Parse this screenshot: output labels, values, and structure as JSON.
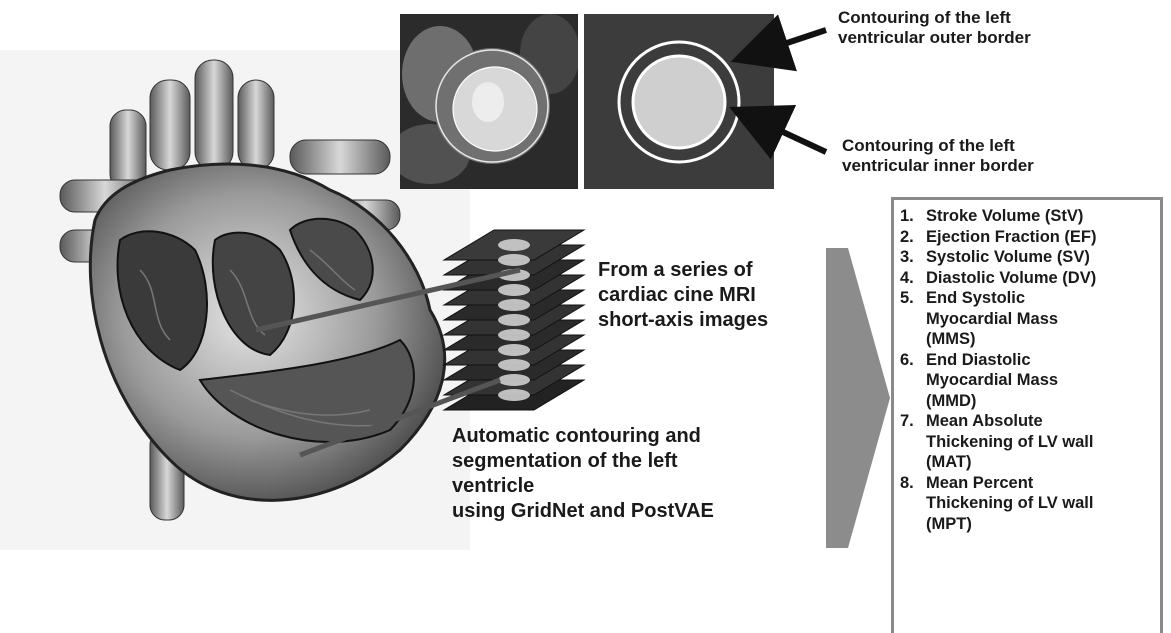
{
  "annotations": {
    "outer_border": "Contouring of the left\nventricular outer border",
    "inner_border": "Contouring of the left\nventricular inner border",
    "series": "From a series of\ncardiac  cine MRI\nshort-axis images",
    "automatic": "Automatic contouring and\nsegmentation of the left\nventricle\nusing GridNet and PostVAE"
  },
  "metrics": [
    {
      "num": "1.",
      "text": "Stroke Volume (StV)"
    },
    {
      "num": "2.",
      "text": "Ejection Fraction (EF)"
    },
    {
      "num": "3.",
      "text": "Systolic Volume (SV)"
    },
    {
      "num": "4.",
      "text": "Diastolic Volume (DV)"
    },
    {
      "num": "5.",
      "text": "End Systolic\nMyocardial Mass\n(MMS)"
    },
    {
      "num": "6.",
      "text": "End Diastolic\nMyocardial Mass\n(MMD)"
    },
    {
      "num": "7.",
      "text": "Mean Absolute\nThickening of LV wall\n(MAT)"
    },
    {
      "num": "8.",
      "text": "Mean Percent\nThickening of LV wall\n(MPT)"
    }
  ],
  "icons": {
    "heart": "heart-illustration-icon",
    "mri": "mri-short-axis-icon",
    "contour": "contour-diagram-icon",
    "stack": "mri-stack-icon",
    "arrow": "right-chevron-arrow-icon"
  },
  "colors": {
    "box_border": "#8a8a8a",
    "contour_bg": "#3c3c3c",
    "contour_fill": "#cfcfcf",
    "arrow_fill": "#8c8c8c"
  }
}
